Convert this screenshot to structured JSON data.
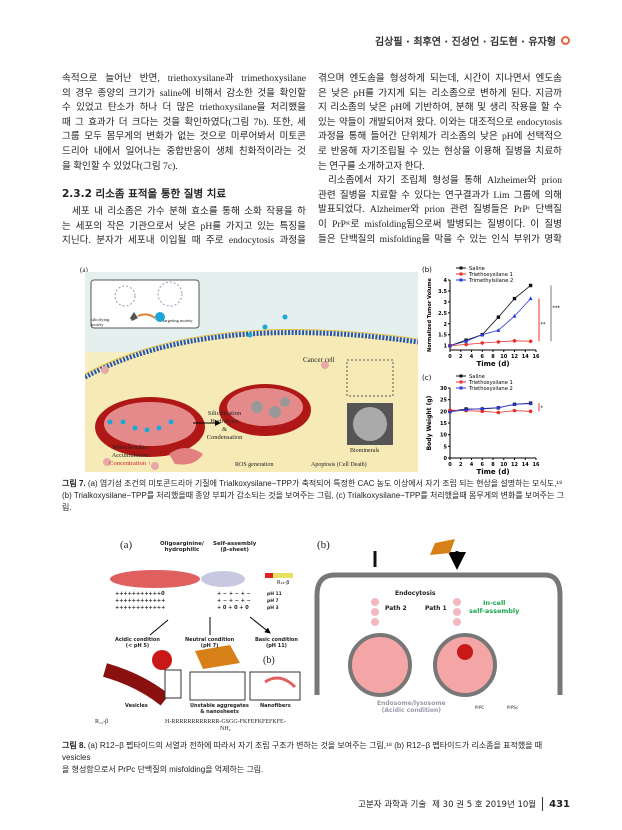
{
  "header": {
    "authors": "김상필 · 최후연 · 진성언 · 김도현 · 유자형"
  },
  "left_column": {
    "para1": [
      "속적으로 늘어난 반면, triethoxysilane과 trimethoxysilane",
      "의 경우 종양의 크기가 saline에 비해서 감소한 것을 확인할",
      "수 있었고 탄소가 하나 더 많은 triethoxysilane을 처리했을",
      "때 그 효과가 더 크다는 것을 확인하였다(그림 7b). 또한, 세",
      "그룹 모두 몸무게의 변화가 없는 것으로 미루어봐서 미토콘",
      "드리아 내에서 일어나는 중합반응이 생체 친화적이라는 것",
      "을 확인할 수 있었다(그림 7c)."
    ],
    "heading": "2.3.2 리소좀 표적을 통한 질병 치료",
    "para2": [
      "세포 내 리소좀은 가수 분해 효소를 통해 소화 작용을 하",
      "는 세포의 작은 기관으로서 낮은 pH를 가지고 있는 특징을",
      "지닌다. 분자가 세포내 이입될 때 주로 endocytosis 과정을"
    ]
  },
  "right_column": {
    "para1": [
      "겪으며 엔도솜을 형성하게 되는데, 시간이 지나면서 엔도솜",
      "은 낮은 pH를 가지게 되는 리소좀으로 변하게 된다. 지금까",
      "지 리소좀의 낮은 pH에 기반하여, 분해 및 생리 작용을 할 수",
      "있는 약들이 개발되어져 왔다. 이와는 대조적으로 endocytosis",
      "과정을 통해 들어간 단위체가 리소좀의 낮은 pH에 선택적으",
      "로 반응해 자기조립될 수 있는 현상을 이용해 질병을 치료하",
      "는 연구를 소개하고자 한다."
    ],
    "para2": [
      "리소좀에서 자기 조립체 형성을 통해 Alzheimer와 prion",
      "관련 질병을 치료할 수 있다는 연구결과가 Lim 그룹에 의해",
      "발표되었다. Alzheimer와 prion 관련 질병들은 PrPᶜ 단백질",
      "이 PrPˢᶜ로 misfolding됨으로써 발병되는 질병이다. 이 질병",
      "들은 단백질의 misfolding을 막을 수 있는 인식 부위가 명확"
    ]
  },
  "figure7": {
    "panel_a": {
      "label": "(a)",
      "silicifying": "silicifying moiety",
      "targeting": "targeting moiety",
      "cancer_cell": "Cancer cell",
      "silicification": "Silicification",
      "hydrolysis": "Hydrolysis",
      "amp": "&",
      "condensation": "Condensation",
      "mito1": "Mitochondria",
      "mito2": "Accumulation",
      "concentration": "Concentration ↑",
      "biominerals": "Biominerals",
      "ros": "ROS generation",
      "apoptosis": "Apoptosis (Cell Death)"
    },
    "caption_label": "그림 7.",
    "caption_line1": "(a) 염기성 조건의 미토콘드리아 기질에 Trialkoxysilane−TPP가 축적되어 특정한 CAC 농도 이상에서 자기 조립 되는 현상을 설명하는 모식도,¹⁹",
    "caption_line2": "(b) Trialkoxysilane−TPP를 처리했을때 종양 부피가 감소되는 것을 보여주는 그림, (c) Trialkoxysilane−TPP를 처리했을때 몸무게의 변화를 보여주는 그림."
  },
  "chart_data": [
    {
      "type": "line",
      "panel": "(b)",
      "xlabel": "Time (d)",
      "ylabel": "Normalized Tumor Volume",
      "xlim": [
        0,
        16
      ],
      "ylim": [
        0.8,
        4.0
      ],
      "xticks": [
        0,
        2,
        4,
        6,
        8,
        10,
        12,
        14,
        16
      ],
      "yticks": [
        1.0,
        1.5,
        2.0,
        2.5,
        3.0,
        3.5,
        4.0
      ],
      "x": [
        0,
        3,
        6,
        9,
        12,
        15
      ],
      "series": [
        {
          "name": "Saline",
          "color": "#111111",
          "marker": "square",
          "values": [
            1.0,
            1.25,
            1.5,
            2.3,
            3.15,
            3.75
          ]
        },
        {
          "name": "Triethoxysilane 1",
          "color": "#e8302a",
          "marker": "circle",
          "values": [
            1.0,
            1.05,
            1.12,
            1.17,
            1.22,
            1.2
          ]
        },
        {
          "name": "Trimethylsilane 2",
          "color": "#2a3adf",
          "marker": "triangle",
          "values": [
            1.0,
            1.2,
            1.5,
            1.7,
            2.35,
            3.15
          ]
        }
      ],
      "annotations": [
        "**",
        "***"
      ]
    },
    {
      "type": "line",
      "panel": "(c)",
      "xlabel": "Time (d)",
      "ylabel": "Body Weight (g)",
      "xlim": [
        0,
        16
      ],
      "ylim": [
        0,
        30
      ],
      "xticks": [
        0,
        2,
        4,
        6,
        8,
        10,
        12,
        14,
        16
      ],
      "yticks": [
        0,
        5,
        10,
        15,
        20,
        25,
        30
      ],
      "x": [
        0,
        3,
        6,
        9,
        12,
        15
      ],
      "series": [
        {
          "name": "Saline",
          "color": "#111111",
          "marker": "square",
          "values": [
            20,
            21,
            21,
            21.5,
            23,
            23.5
          ]
        },
        {
          "name": "Triethoxysilane 1",
          "color": "#e8302a",
          "marker": "circle",
          "values": [
            20.5,
            20.3,
            20,
            19.5,
            20.3,
            20
          ]
        },
        {
          "name": "Triethoxysilane 2",
          "color": "#2a3adf",
          "marker": "triangle",
          "values": [
            19.8,
            20.7,
            21.2,
            21.6,
            23,
            23.3
          ]
        }
      ],
      "annotations": [
        "*"
      ]
    }
  ],
  "figure8": {
    "panel_a": {
      "label": "(a)",
      "oligo1": "Oligoarginine/",
      "oligo2": "hydrophilic",
      "self1": "Self-assembly",
      "self2": "(β-sheet)",
      "r12": "R₁₂-β",
      "charges": [
        "+++++++++++0",
        "++++++++++++",
        "++++++++++++"
      ],
      "charges2": [
        "+ − + − + −",
        "+ − + − + −",
        "+ 0 + 0 + 0"
      ],
      "ph": [
        "pH 11",
        "pH 7",
        "pH 3"
      ],
      "acid1": "Acidic condition",
      "acid2": "(< pH 5)",
      "neut1": "Neutral condition",
      "neut2": "(pH 7)",
      "basic1": "Basic condition",
      "basic2": "(pH 11)",
      "vesicles": "Vesicles",
      "unstable1": "Unstable aggregates",
      "unstable2": "& nanosheets",
      "nanofibers": "Nanofibers",
      "inner_b": "(b)",
      "seq_label": "R₁₂-β",
      "sequence1": "H-RRRRRRRRRRRR-GSGG-FKFEFKFEFKFE-",
      "sequence2": "NH₂"
    },
    "panel_b": {
      "label": "(b)",
      "endocytosis": "Endocytosis",
      "path2": "Path 2",
      "path1": "Path 1",
      "incell1": "In-cell",
      "incell2": "self-assembly",
      "endo1": "Endosome/lysosome",
      "endo2": "(Acidic condition)",
      "prpc": "PrPC",
      "prpsc": "PrPSc"
    },
    "caption_label": "그림 8.",
    "caption_line1": "(a) R12−β 펩타이드의 서열과 전하에 따라서 자기 조립 구조가 변하는 것을 보여주는 그림,¹⁸ (b) R12−β 펩타이드가 리소좀을 표적했을 때 vesicles",
    "caption_line2": "을 형성함으로서 PrPc 단백질의 misfolding을 억제하는 그림."
  },
  "footer": {
    "journal": "고분자 과학과 기술",
    "issue": "제 30 권 5 호 2019년 10월",
    "page": "431"
  }
}
